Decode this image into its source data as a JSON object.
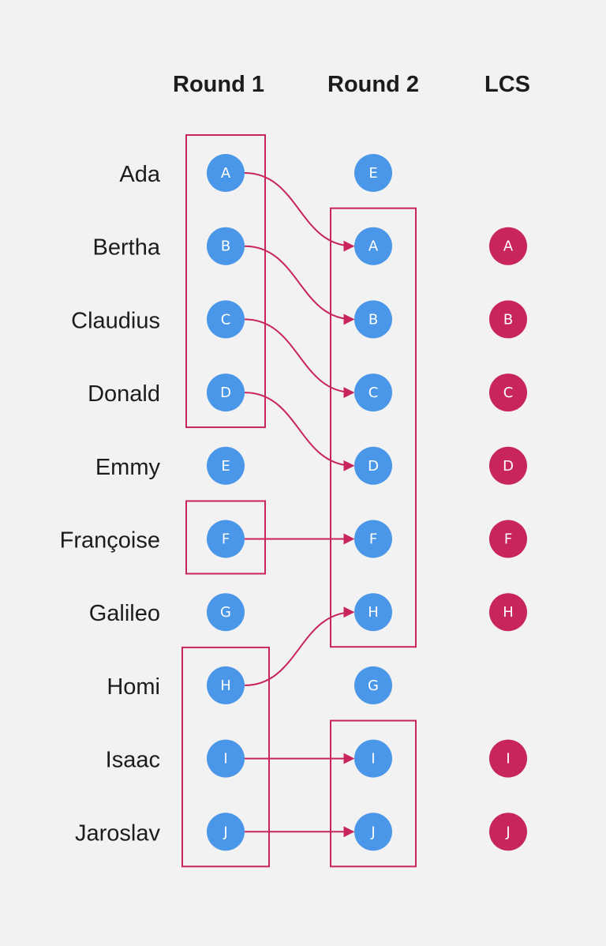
{
  "headers": {
    "round1": "Round 1",
    "round2": "Round 2",
    "lcs": "LCS"
  },
  "names": [
    "Ada",
    "Bertha",
    "Claudius",
    "Donald",
    "Emmy",
    "Françoise",
    "Galileo",
    "Homi",
    "Isaac",
    "Jaroslav"
  ],
  "round1": [
    "A",
    "B",
    "C",
    "D",
    "E",
    "F",
    "G",
    "H",
    "I",
    "J"
  ],
  "round2": [
    "E",
    "A",
    "B",
    "C",
    "D",
    "F",
    "H",
    "G",
    "I",
    "J"
  ],
  "lcs": [
    "",
    "A",
    "B",
    "C",
    "D",
    "F",
    "H",
    "",
    "I",
    "J"
  ],
  "colors": {
    "background": "#f2f2f2",
    "node_blue": "#4a96e8",
    "node_magenta": "#c8245e",
    "group_border": "#c8245e",
    "link": "#c8245e",
    "text": "#1c1c1c"
  },
  "groups_round1": [
    [
      "A",
      "B",
      "C",
      "D"
    ],
    [
      "F"
    ],
    [
      "H",
      "I",
      "J"
    ]
  ],
  "groups_round2": [
    [
      "A",
      "B",
      "C",
      "D",
      "F",
      "H"
    ],
    [
      "I",
      "J"
    ]
  ],
  "links": [
    {
      "from": "A",
      "to": "A"
    },
    {
      "from": "B",
      "to": "B"
    },
    {
      "from": "C",
      "to": "C"
    },
    {
      "from": "D",
      "to": "D"
    },
    {
      "from": "F",
      "to": "F"
    },
    {
      "from": "H",
      "to": "H"
    },
    {
      "from": "I",
      "to": "I"
    },
    {
      "from": "J",
      "to": "J"
    }
  ]
}
